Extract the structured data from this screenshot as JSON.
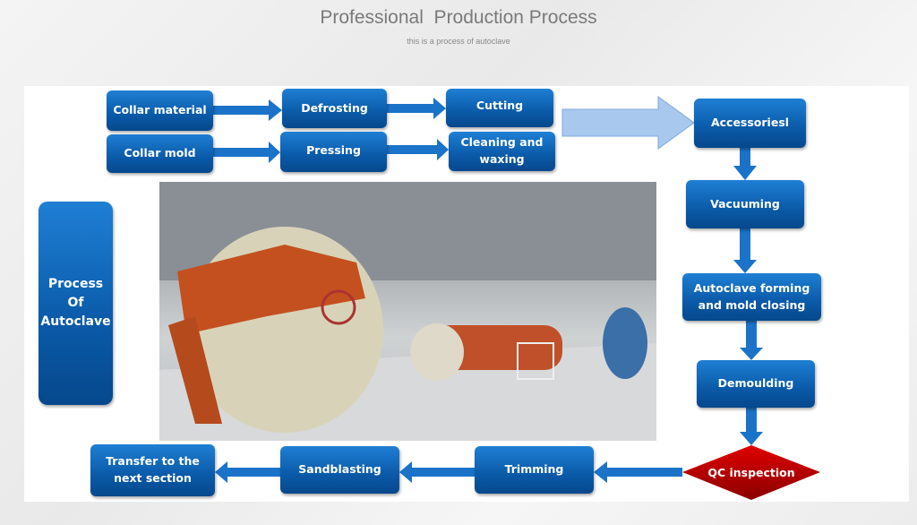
{
  "header": {
    "title": "Professional  Production Process",
    "subtitle": "this is a process of autoclave"
  },
  "side_label": {
    "line1": "Process",
    "line2": "Of",
    "line3": "Autoclave"
  },
  "steps": {
    "collar_material": "Collar material",
    "defrosting": "Defrosting",
    "cutting": "Cutting",
    "collar_mold": "Collar mold",
    "pressing": "Pressing",
    "cleaning": "Cleaning and waxing",
    "accessories": "Accessoriesl",
    "vacuuming": "Vacuuming",
    "autoclave_forming": "Autoclave forming and mold closing",
    "demoulding": "Demoulding",
    "qc": "QC inspection",
    "trimming": "Trimming",
    "sandblasting": "Sandblasting",
    "transfer": "Transfer to the next section"
  },
  "colors": {
    "box": "#0a5aa8",
    "arrow": "#1a73c8",
    "qc": "#c80000",
    "big_arrow": "#a9c8ee"
  }
}
